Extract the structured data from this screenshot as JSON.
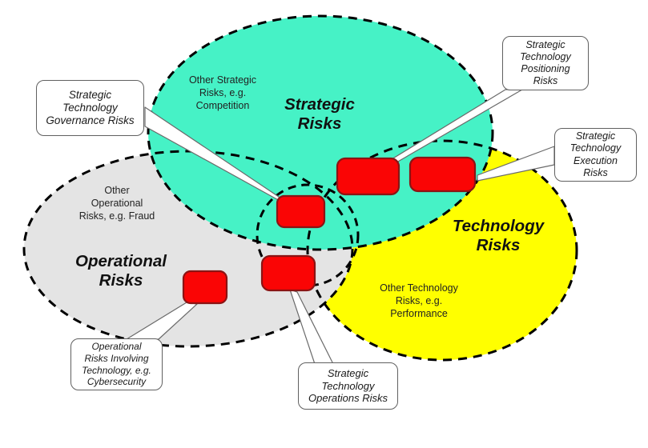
{
  "regions": {
    "strategic": {
      "title": "Strategic\nRisks",
      "other_label": "Other Strategic\nRisks, e.g.\nCompetition",
      "fill": "#46F2C6"
    },
    "operational": {
      "title": "Operational\nRisks",
      "other_label": "Other\nOperational\nRisks, e.g. Fraud",
      "fill": "#E4E4E4"
    },
    "technology": {
      "title": "Technology\nRisks",
      "other_label": "Other Technology\nRisks, e.g.\nPerformance",
      "fill": "#FFFF00"
    }
  },
  "callouts": {
    "governance": {
      "label": "Strategic\nTechnology\nGovernance Risks"
    },
    "positioning": {
      "label": "Strategic\nTechnology\nPositioning\nRisks"
    },
    "execution": {
      "label": "Strategic\nTechnology\nExecution\nRisks"
    },
    "cybersecurity": {
      "label": "Operational\nRisks Involving\nTechnology, e.g.\nCybersecurity"
    },
    "operations": {
      "label": "Strategic\nTechnology\nOperations Risks"
    }
  },
  "colors": {
    "marker_fill": "#FA0505",
    "marker_border": "#8B1414",
    "ellipse_outline": "#000000",
    "callout_border": "#606060",
    "background": "#FFFFFF"
  }
}
